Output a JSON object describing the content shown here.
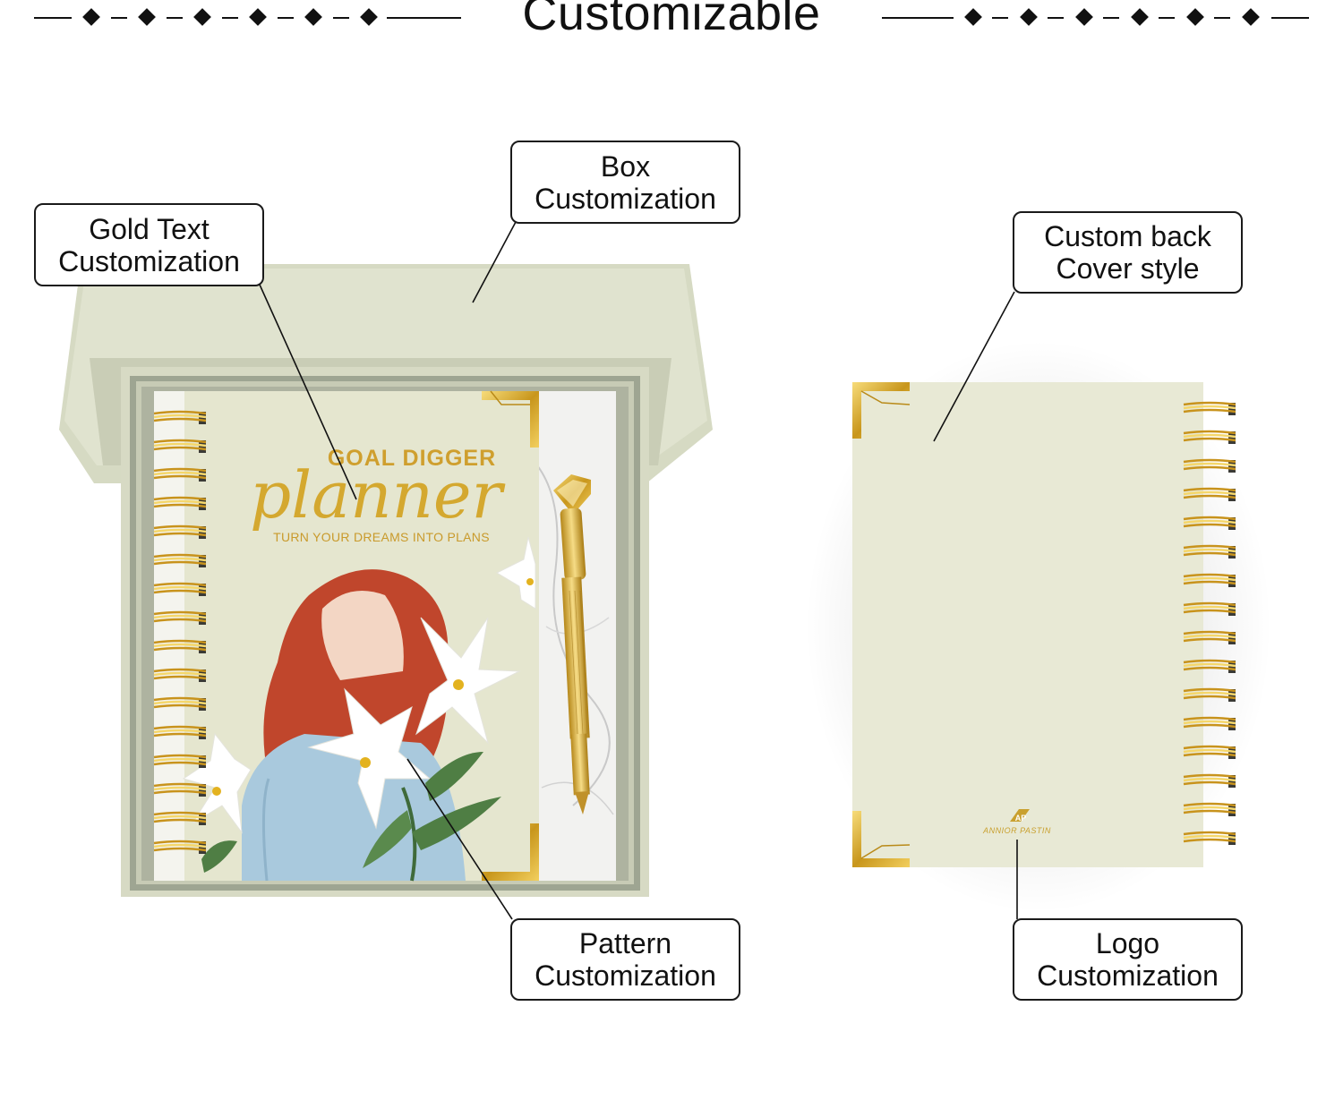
{
  "header": {
    "title": "Customizable"
  },
  "callouts": {
    "gold_text": {
      "line1": "Gold Text",
      "line2": "Customization"
    },
    "box": {
      "line1": "Box",
      "line2": "Customization"
    },
    "back_cover": {
      "line1": "Custom back",
      "line2": "Cover style"
    },
    "pattern": {
      "line1": "Pattern",
      "line2": "Customization"
    },
    "logo": {
      "line1": "Logo",
      "line2": "Customization"
    }
  },
  "planner_cover": {
    "heading": "GOAL DIGGER",
    "script_word": "planner",
    "tagline": "TURN YOUR DREAMS INTO PLANS"
  },
  "back_cover_brand": {
    "monogram": "AP",
    "name": "ANNIOR PASTIN"
  },
  "colors": {
    "box_sage": "#dfe2cf",
    "cover_cream": "#e9e9d6",
    "gold": "#d4a62a",
    "hair": "#c0462c",
    "shirt": "#a9c9dd"
  }
}
